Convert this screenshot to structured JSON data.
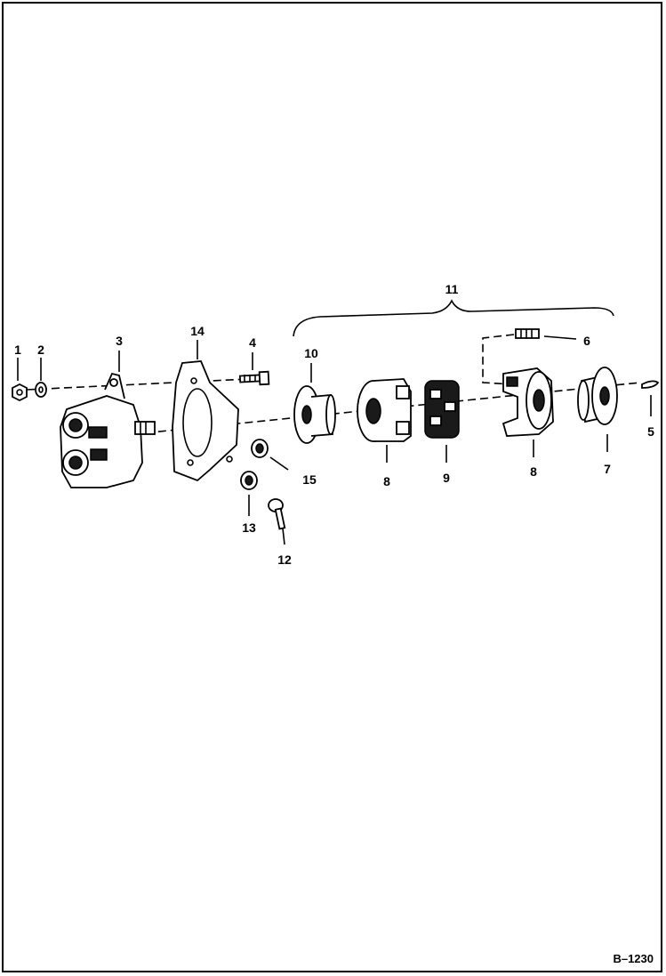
{
  "figure_id": "B–1230",
  "callouts": {
    "c1": "1",
    "c2": "2",
    "c3": "3",
    "c4": "4",
    "c5": "5",
    "c6": "6",
    "c7": "7",
    "c8a": "8",
    "c8b": "8",
    "c9": "9",
    "c10": "10",
    "c11": "11",
    "c12": "12",
    "c13": "13",
    "c14": "14",
    "c15": "15"
  }
}
